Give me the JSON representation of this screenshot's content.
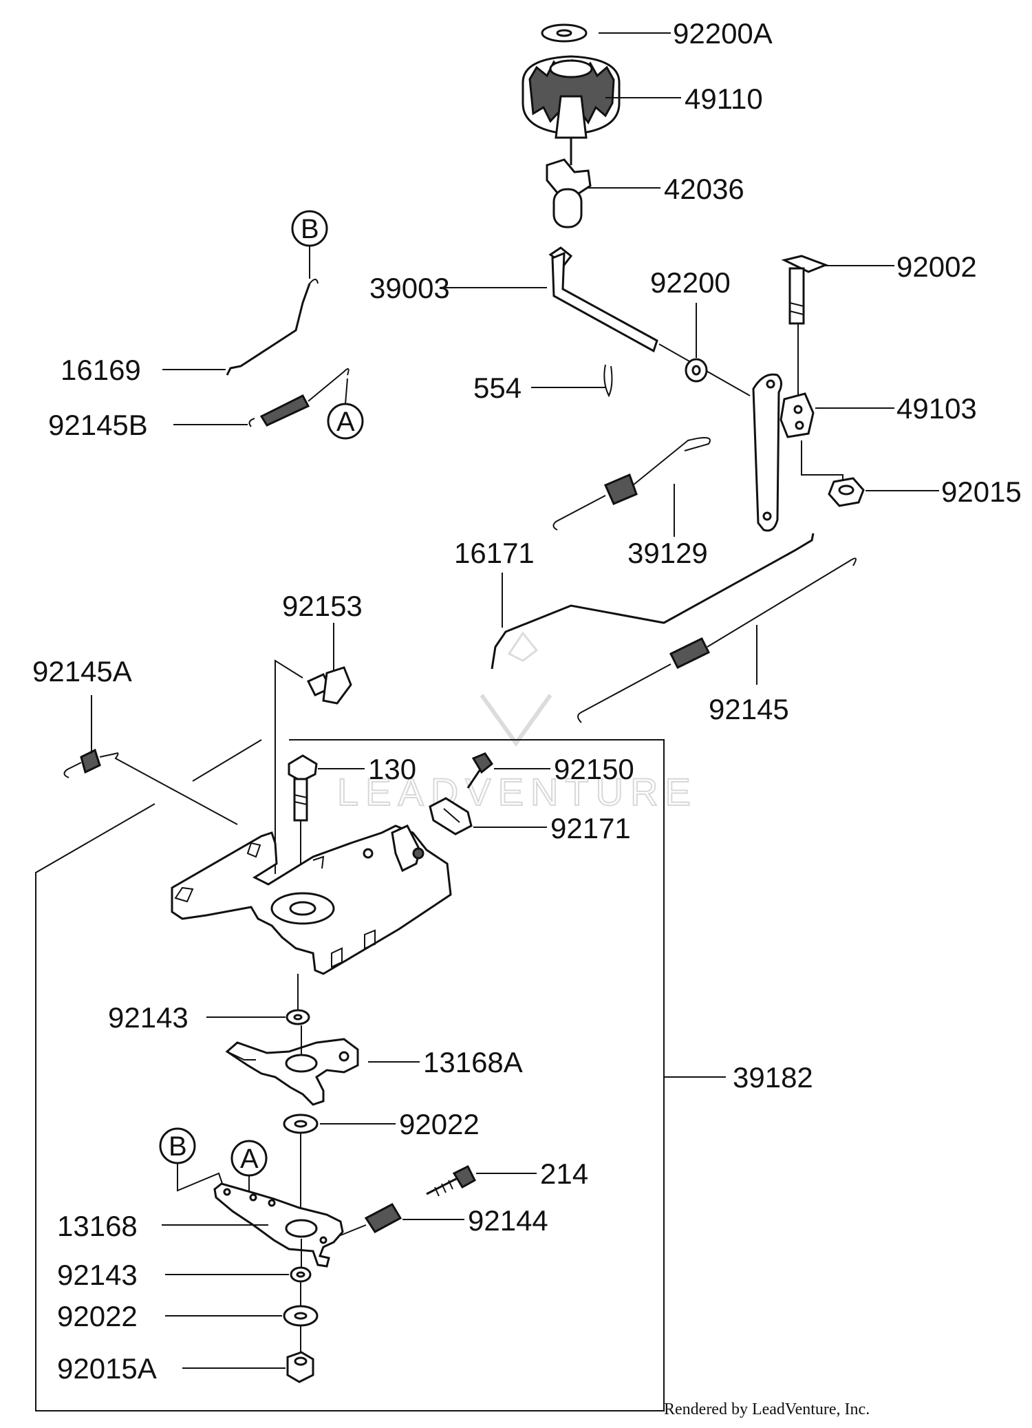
{
  "labels": {
    "l92200A": "92200A",
    "l49110": "49110",
    "l42036": "42036",
    "l39003": "39003",
    "l92200": "92200",
    "l92002": "92002",
    "l16169": "16169",
    "l92145B": "92145B",
    "l554": "554",
    "l49103": "49103",
    "l92015": "92015",
    "l39129": "39129",
    "l16171": "16171",
    "l92153": "92153",
    "l92145A": "92145A",
    "l92145": "92145",
    "l130": "130",
    "l92150": "92150",
    "l92171": "92171",
    "l92143a": "92143",
    "l13168A": "13168A",
    "l39182": "39182",
    "l92022a": "92022",
    "l214": "214",
    "l13168": "13168",
    "l92144": "92144",
    "l92143b": "92143",
    "l92022b": "92022",
    "l92015A": "92015A"
  },
  "callouts": {
    "b_top": "B",
    "a_top": "A",
    "b_bottom": "B",
    "a_bottom": "A"
  },
  "watermark": "LEADVENTURE",
  "footer": "Rendered by LeadVenture, Inc."
}
